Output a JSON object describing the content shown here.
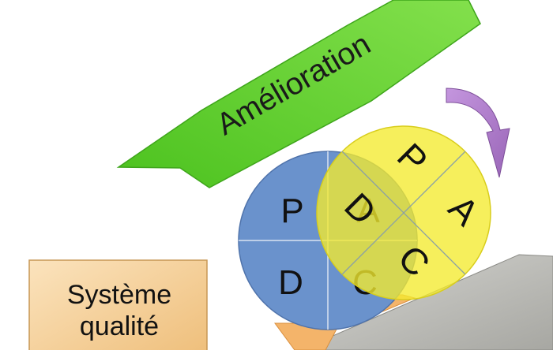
{
  "banner": {
    "label": "Amélioration"
  },
  "quality_box": {
    "line1": "Système",
    "line2": "qualité"
  },
  "blue_circle": {
    "p": "P",
    "d": "D",
    "a": "A",
    "c": "C"
  },
  "yellow_circle": {
    "p": "P",
    "a": "A",
    "c": "C",
    "d": "D"
  },
  "colors": {
    "banner_green": "#5ed233",
    "blue_circle": "#6a92cc",
    "yellow_circle": "#f3ea2e",
    "wedge_orange": "#f4b46a",
    "slope_gray": "#b5b5b0",
    "rotation_arrow": "#a775c4",
    "quality_box": "#f6cf95"
  }
}
